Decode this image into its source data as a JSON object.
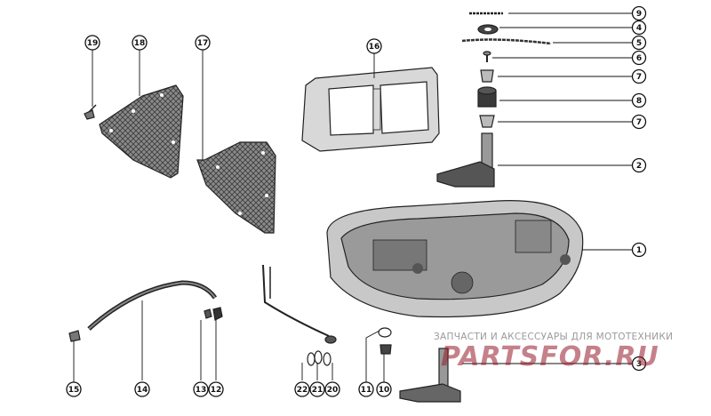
{
  "diagram": {
    "callouts": [
      "1",
      "2",
      "3",
      "4",
      "5",
      "6",
      "7",
      "7",
      "8",
      "9",
      "10",
      "11",
      "12",
      "13",
      "14",
      "15",
      "16",
      "17",
      "18",
      "19",
      "20",
      "21",
      "22"
    ],
    "colors": {
      "ink": "#111111",
      "part_fill": "#cfcfcf",
      "dark_fill": "#6e6e6e",
      "watermark": "#9a9a9a",
      "logo": "#961928"
    }
  },
  "watermark": {
    "caption": "ЗАПЧАСТИ И АКСЕССУАРЫ ДЛЯ МОТОТЕХНИКИ",
    "logo": "PARTSFOR.RU"
  }
}
